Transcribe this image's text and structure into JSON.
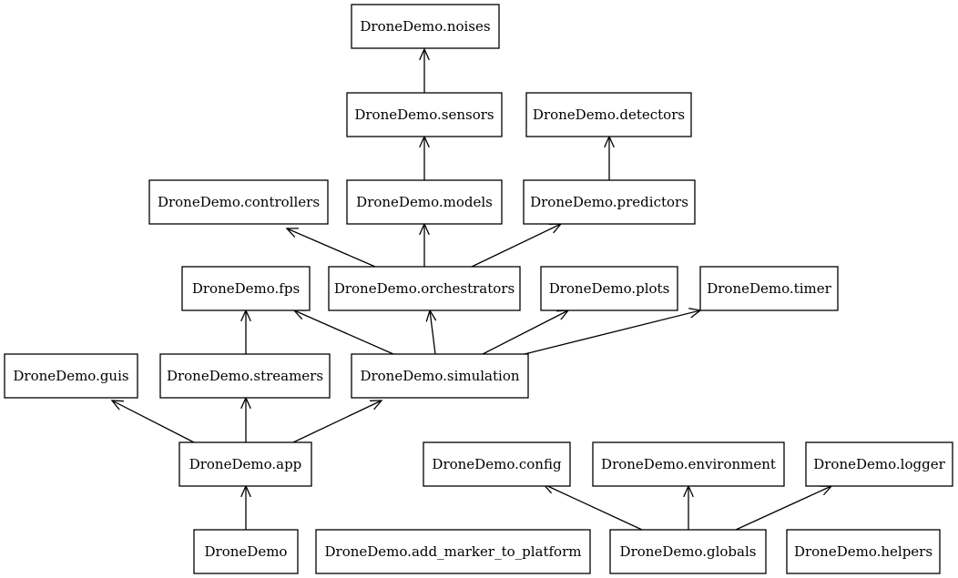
{
  "diagram": {
    "nodes": [
      {
        "id": "noises",
        "label": "DroneDemo.noises"
      },
      {
        "id": "sensors",
        "label": "DroneDemo.sensors"
      },
      {
        "id": "detectors",
        "label": "DroneDemo.detectors"
      },
      {
        "id": "controllers",
        "label": "DroneDemo.controllers"
      },
      {
        "id": "models",
        "label": "DroneDemo.models"
      },
      {
        "id": "predictors",
        "label": "DroneDemo.predictors"
      },
      {
        "id": "fps",
        "label": "DroneDemo.fps"
      },
      {
        "id": "orchestrators",
        "label": "DroneDemo.orchestrators"
      },
      {
        "id": "plots",
        "label": "DroneDemo.plots"
      },
      {
        "id": "timer",
        "label": "DroneDemo.timer"
      },
      {
        "id": "guis",
        "label": "DroneDemo.guis"
      },
      {
        "id": "streamers",
        "label": "DroneDemo.streamers"
      },
      {
        "id": "simulation",
        "label": "DroneDemo.simulation"
      },
      {
        "id": "app",
        "label": "DroneDemo.app"
      },
      {
        "id": "config",
        "label": "DroneDemo.config"
      },
      {
        "id": "environment",
        "label": "DroneDemo.environment"
      },
      {
        "id": "logger",
        "label": "DroneDemo.logger"
      },
      {
        "id": "root",
        "label": "DroneDemo"
      },
      {
        "id": "add_marker",
        "label": "DroneDemo.add_marker_to_platform"
      },
      {
        "id": "globals",
        "label": "DroneDemo.globals"
      },
      {
        "id": "helpers",
        "label": "DroneDemo.helpers"
      }
    ],
    "edges": [
      {
        "from": "sensors",
        "to": "noises"
      },
      {
        "from": "models",
        "to": "sensors"
      },
      {
        "from": "predictors",
        "to": "detectors"
      },
      {
        "from": "orchestrators",
        "to": "controllers"
      },
      {
        "from": "orchestrators",
        "to": "models"
      },
      {
        "from": "orchestrators",
        "to": "predictors"
      },
      {
        "from": "streamers",
        "to": "fps"
      },
      {
        "from": "simulation",
        "to": "fps"
      },
      {
        "from": "simulation",
        "to": "orchestrators"
      },
      {
        "from": "simulation",
        "to": "plots"
      },
      {
        "from": "simulation",
        "to": "timer"
      },
      {
        "from": "app",
        "to": "guis"
      },
      {
        "from": "app",
        "to": "streamers"
      },
      {
        "from": "app",
        "to": "simulation"
      },
      {
        "from": "root",
        "to": "app"
      },
      {
        "from": "globals",
        "to": "config"
      },
      {
        "from": "globals",
        "to": "environment"
      },
      {
        "from": "globals",
        "to": "logger"
      }
    ]
  }
}
